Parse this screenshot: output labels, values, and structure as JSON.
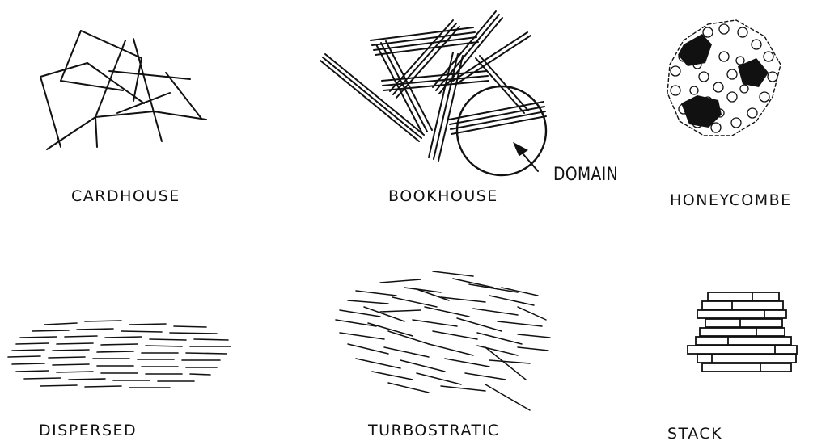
{
  "labels": {
    "cardhouse": "CARDHOUSE",
    "bookhouse": "BOOKHOUSE",
    "domain": "DOMAIN",
    "honeycombe": "HONEYCOMBE",
    "dispersed": "DISPERSED",
    "turbostratic": "TURBOSTRATIC",
    "stack": "STACK"
  },
  "colors": {
    "ink": "#111111",
    "paper": "#ffffff"
  }
}
